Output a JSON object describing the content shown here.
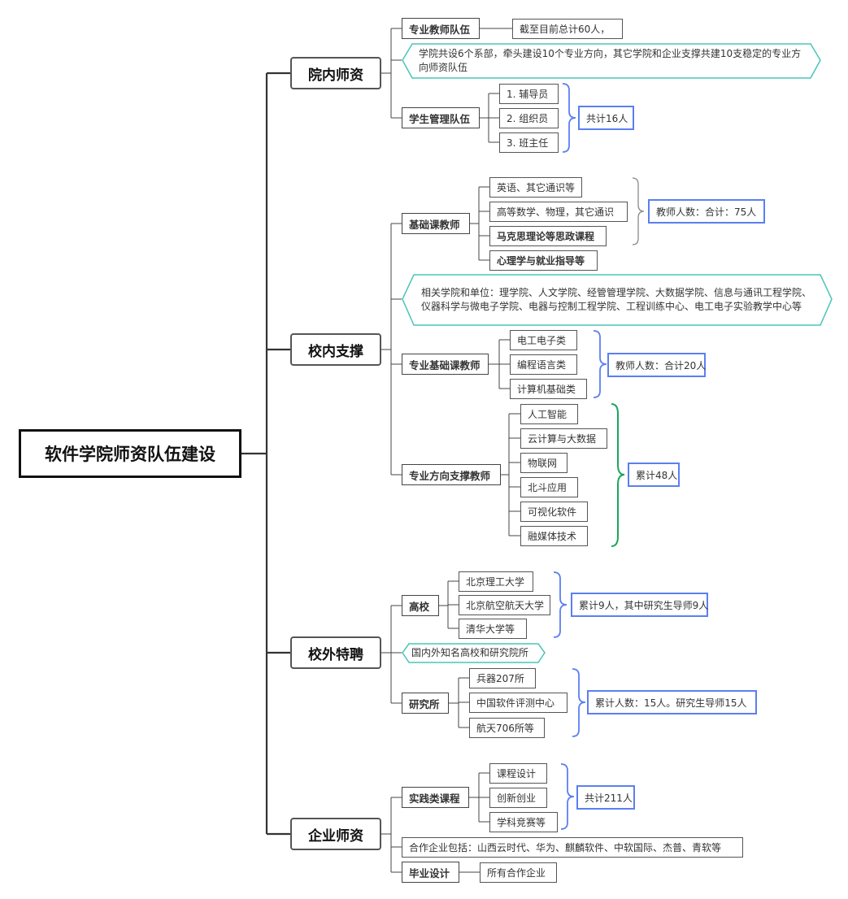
{
  "title": "软件学院师资队伍建设",
  "branches": {
    "internal": {
      "label": "院内师资",
      "major_teachers": {
        "label": "专业教师队伍",
        "detail": "截至目前总计60人，"
      },
      "note": "学院共设6个系部，牵头建设10个专业方向，其它学院和企业支撑共建10支稳定的专业方向师资队伍",
      "student_mgmt": {
        "label": "学生管理队伍",
        "items": [
          "1. 辅导员",
          "2. 组织员",
          "3. 班主任"
        ],
        "summary": "共计16人"
      }
    },
    "campus": {
      "label": "校内支撑",
      "basic": {
        "label": "基础课教师",
        "items": [
          "英语、其它通识等",
          "高等数学、物理，其它通识",
          "马克思理论等思政课程",
          "心理学与就业指导等"
        ],
        "summary": "教师人数：合计：75人"
      },
      "note": "相关学院和单位：理学院、人文学院、经管管理学院、大数据学院、信息与通讯工程学院、仪器科学与微电子学院、电器与控制工程学院、工程训练中心、电工电子实验教学中心等",
      "pro_basic": {
        "label": "专业基础课教师",
        "items": [
          "电工电子类",
          "编程语言类",
          "计算机基础类"
        ],
        "summary": "教师人数：合计20人"
      },
      "direction": {
        "label": "专业方向支撑教师",
        "items": [
          "人工智能",
          "云计算与大数据",
          "物联网",
          "北斗应用",
          "可视化软件",
          "融媒体技术"
        ],
        "summary": "累计48人"
      }
    },
    "external": {
      "label": "校外特聘",
      "university": {
        "label": "高校",
        "items": [
          "北京理工大学",
          "北京航空航天大学",
          "清华大学等"
        ],
        "summary": "累计9人，其中研究生导师9人"
      },
      "note": "国内外知名高校和研究院所",
      "institute": {
        "label": "研究所",
        "items": [
          "兵器207所",
          "中国软件评测中心",
          "航天706所等"
        ],
        "summary": "累计人数：15人。研究生导师15人"
      }
    },
    "enterprise": {
      "label": "企业师资",
      "practice": {
        "label": "实践类课程",
        "items": [
          "课程设计",
          "创新创业",
          "学科竞赛等"
        ],
        "summary": "共计211人"
      },
      "partners": "合作企业包括：山西云时代、华为、麒麟软件、中软国际、杰普、青软等",
      "graduation": {
        "label": "毕业设计",
        "detail": "所有合作企业"
      }
    }
  },
  "colors": {
    "summary_border": "#5b7ff0",
    "note_border": "#49c5b8",
    "brace_blue": "#5b7ff0",
    "brace_green": "#1aa55a",
    "line": "#333333"
  }
}
